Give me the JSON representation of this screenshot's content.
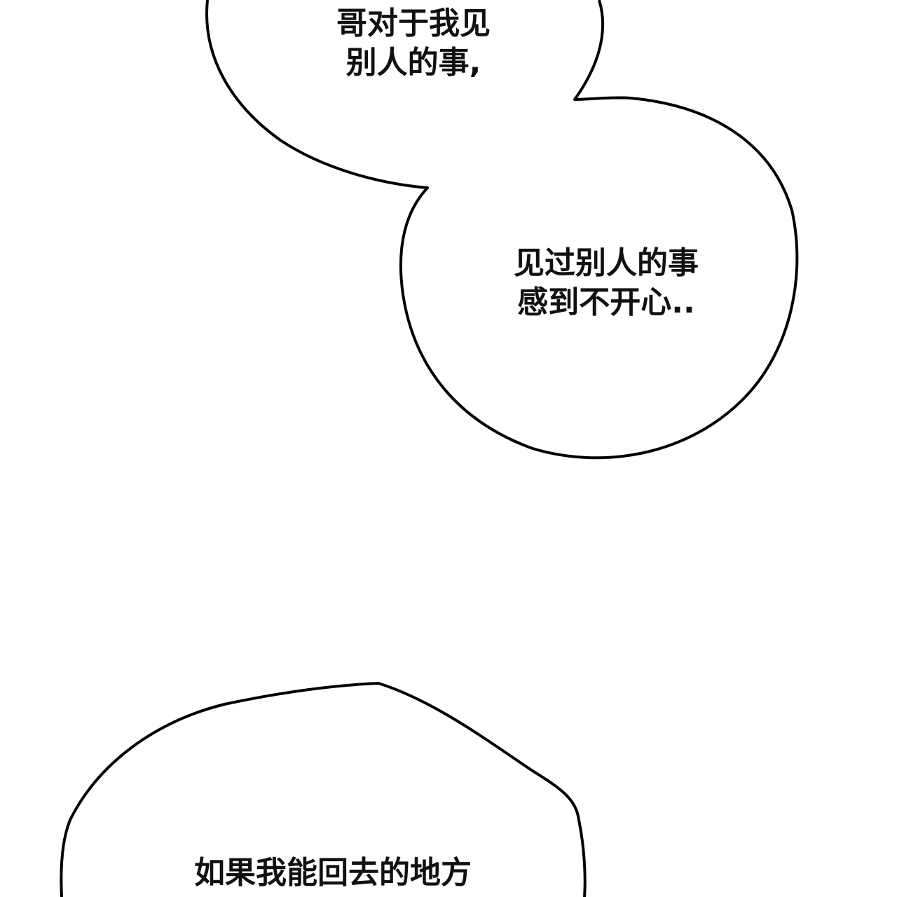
{
  "panel": {
    "background": "#ffffff",
    "stroke_color": "#000000"
  },
  "bubbles": [
    {
      "id": "bubble-top",
      "lines": [
        "哥对于我见",
        "别人的事,"
      ]
    },
    {
      "id": "bubble-middle",
      "lines": [
        "见过别人的事",
        "感到不开心.."
      ]
    },
    {
      "id": "bubble-bottom",
      "lines": [
        "如果我能回去的地方"
      ]
    }
  ]
}
